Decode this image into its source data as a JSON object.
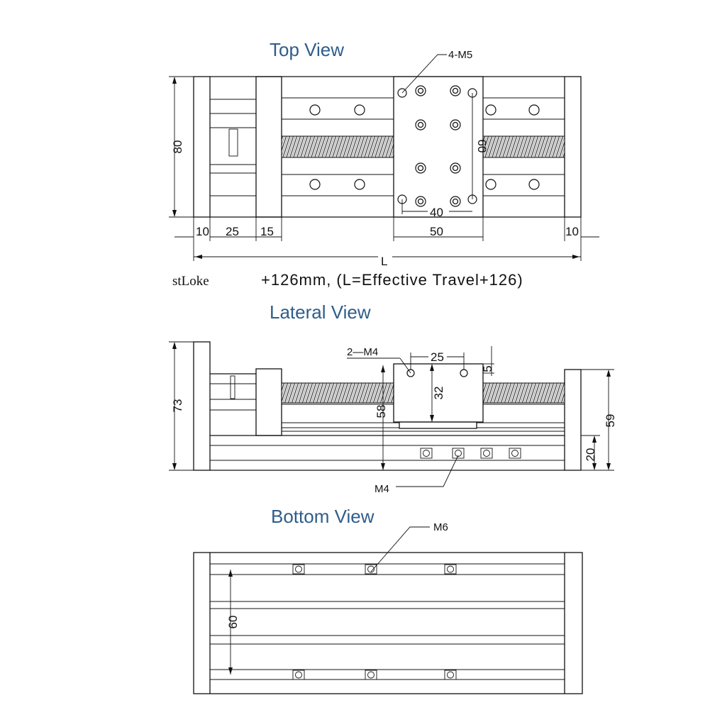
{
  "titles": {
    "top": "Top View",
    "lateral": "Lateral View",
    "bottom": "Bottom View"
  },
  "top_view": {
    "dim_height": "80",
    "dim_hole_v": "60",
    "dim_hole_h": "40",
    "dim_10_left": "10",
    "dim_25": "25",
    "dim_15": "15",
    "dim_50": "50",
    "dim_10_right": "10",
    "dim_L": "L",
    "label_holes": "4-M5"
  },
  "formula": {
    "left": "stLoke",
    "text": "+126mm, (L=Effective Travel+126)"
  },
  "lateral_view": {
    "dim_73": "73",
    "dim_58": "58",
    "dim_32": "32",
    "dim_25": "25",
    "dim_5": "5",
    "dim_59": "59",
    "dim_20": "20",
    "label_2m4": "2—M4",
    "label_m4": "M4"
  },
  "bottom_view": {
    "dim_60": "60",
    "label_m6": "M6"
  },
  "colors": {
    "title": "#2f5d8a",
    "line": "#111111"
  }
}
